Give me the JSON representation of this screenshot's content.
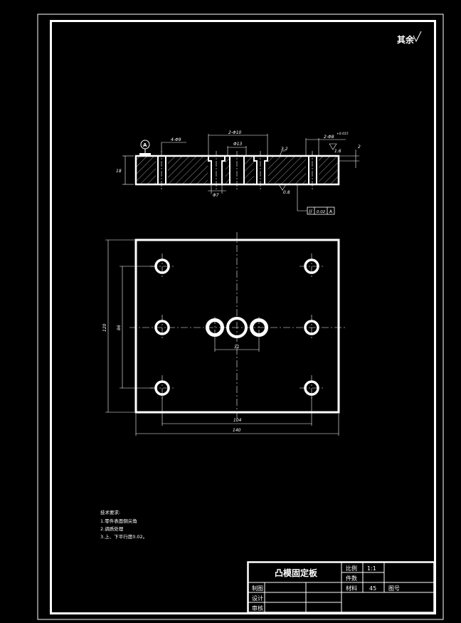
{
  "roughness_note": "其余",
  "section_view": {
    "datum_label": "A",
    "labels": {
      "holes_6": "4-Φ9",
      "holes_2": "2-Φ10",
      "dia_13": "Φ13",
      "holes_2b": "2-Φ8",
      "tol": "+0.015",
      "thickness": "18",
      "dia_7": "Φ7",
      "rough_top": "3.2",
      "rough_side": "1.6",
      "rough_bottom": "0.8",
      "depth": "2"
    },
    "tolerance_frame": {
      "symbol": "//",
      "value": "0.02",
      "datum": "A"
    }
  },
  "plan_view": {
    "labels": {
      "height_outer": "120",
      "height_inner": "86",
      "spacing": "31",
      "width_inner": "104",
      "width_outer": "140"
    }
  },
  "technical_requirements": {
    "title": "技术要求:",
    "items": [
      "1.零件表面倒尖角",
      "2.调质处理",
      "3.上、下平行度0.02。"
    ]
  },
  "title_block": {
    "part_name": "凸模固定板",
    "scale_label": "比例",
    "scale_value": "1:1",
    "quantity_label": "件数",
    "material_label": "材料",
    "material_value": "45",
    "drawing_no_label": "图号",
    "drafter_label": "制图",
    "designer_label": "设计",
    "reviewer_label": "审核"
  }
}
